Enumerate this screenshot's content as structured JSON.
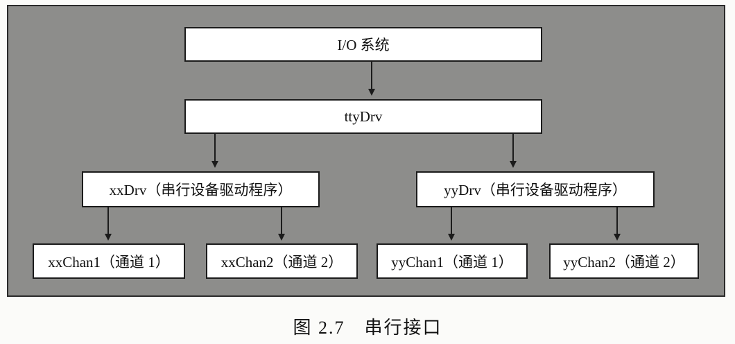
{
  "nodes": {
    "io_system": "I/O 系统",
    "tty_drv": "ttyDrv",
    "xx_drv": "xxDrv（串行设备驱动程序）",
    "yy_drv": "yyDrv（串行设备驱动程序）",
    "xx_chan1": "xxChan1（通道 1）",
    "xx_chan2": "xxChan2（通道 2）",
    "yy_chan1": "yyChan1（通道 1）",
    "yy_chan2": "yyChan2（通道 2）"
  },
  "caption": "图 2.7　串行接口",
  "colors": {
    "frame_bg": "#8d8d8b",
    "box_bg": "#ffffff",
    "line": "#1b1b1b"
  }
}
